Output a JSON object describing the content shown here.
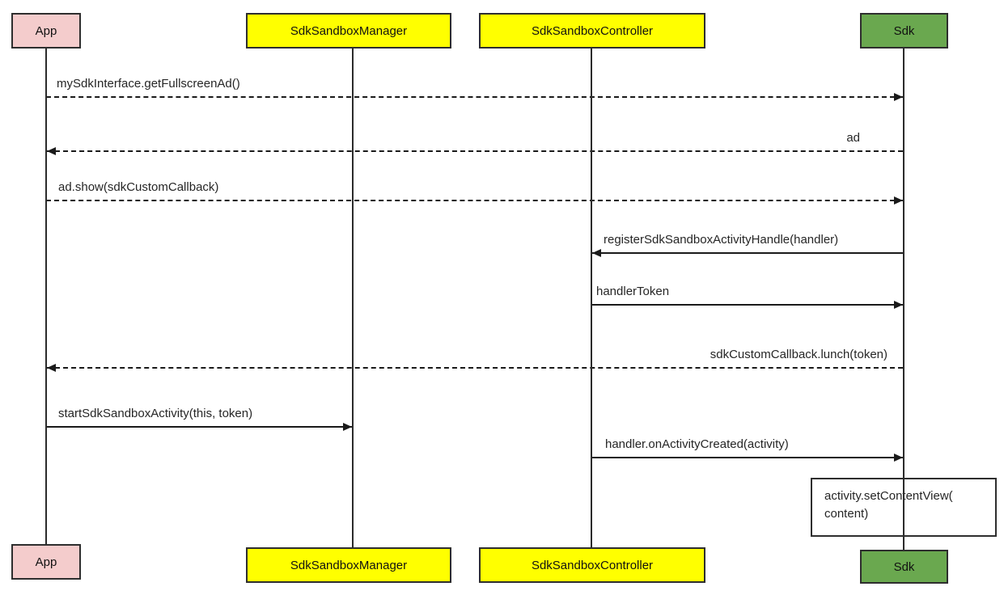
{
  "diagram": {
    "type": "uml-sequence-diagram",
    "background_color": "#ffffff",
    "colors": {
      "app_fill": "#f4cccc",
      "manager_fill": "#ffff00",
      "controller_fill": "#ffff00",
      "sdk_fill": "#6aa84f",
      "box_border": "#2e2e2e",
      "line_color": "#1a1a1a",
      "note_fill": "#ffffff",
      "text_color": "#262626"
    },
    "actors": [
      {
        "id": "app",
        "label": "App"
      },
      {
        "id": "manager",
        "label": "SdkSandboxManager"
      },
      {
        "id": "controller",
        "label": "SdkSandboxController"
      },
      {
        "id": "sdk",
        "label": "Sdk"
      }
    ],
    "messages": [
      {
        "label": "mySdkInterface.getFullscreenAd()",
        "from": "App",
        "to": "Sdk",
        "line_style": "dashed"
      },
      {
        "label": "ad",
        "from": "Sdk",
        "to": "App",
        "line_style": "dashed"
      },
      {
        "label": "ad.show(sdkCustomCallback)",
        "from": "App",
        "to": "Sdk",
        "line_style": "dashed"
      },
      {
        "label": "registerSdkSandboxActivityHandle(handler)",
        "from": "Sdk",
        "to": "SdkSandboxController",
        "line_style": "solid"
      },
      {
        "label": "handlerToken",
        "from": "SdkSandboxController",
        "to": "Sdk",
        "line_style": "solid"
      },
      {
        "label": "sdkCustomCallback.lunch(token)",
        "from": "Sdk",
        "to": "App",
        "line_style": "dashed"
      },
      {
        "label": "startSdkSandboxActivity(this, token)",
        "from": "App",
        "to": "SdkSandboxManager",
        "line_style": "solid"
      },
      {
        "label": "handler.onActivityCreated(activity)",
        "from": "SdkSandboxController",
        "to": "Sdk",
        "line_style": "solid"
      }
    ],
    "note": {
      "attached_to": "Sdk",
      "line1": "activity.setContentView(",
      "line2": "content)"
    }
  }
}
